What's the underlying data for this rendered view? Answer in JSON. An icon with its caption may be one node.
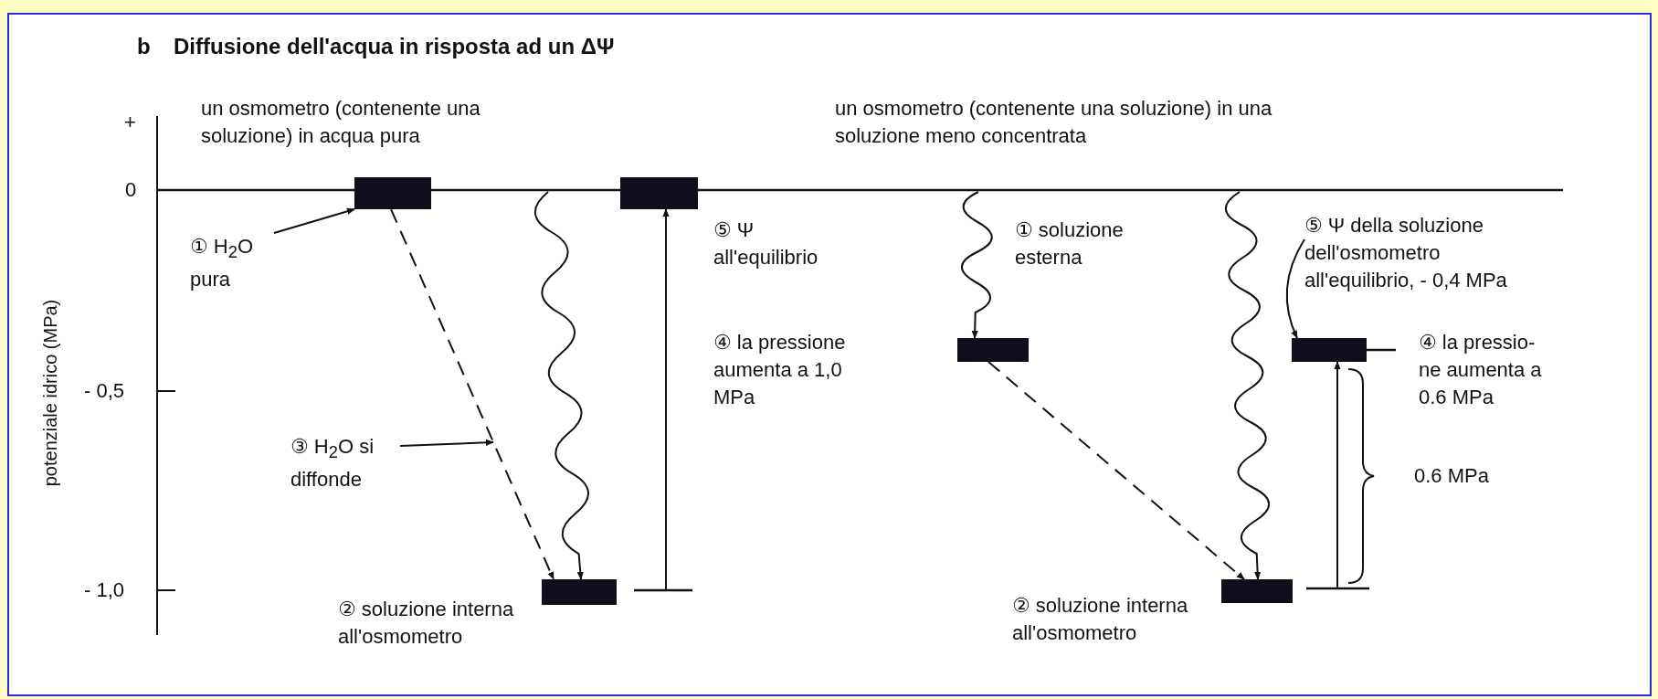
{
  "diagram": {
    "title": "Diffusione dell'acqua in risposta ad un ΔΨ",
    "nodes": [
      {
        "text": [],
        "shape": "bar"
      },
      {
        "text": [
          "① H$_{2}$O pura"
        ]
      },
      {
        "text": [],
        "shape": "bar",
        "beside": [
          "② soluzione interna all'osmometro"
        ]
      },
      {
        "text": [
          "③ H$_{2}$O si diffonde"
        ]
      },
      {
        "text": [],
        "shape": "bar",
        "beside": [
          "⑤ Ψ all'equilibrio"
        ]
      },
      {
        "text": [],
        "shape": "bar",
        "beside": [
          "① soluzione esterna"
        ]
      },
      {
        "text": [],
        "shape": "bar",
        "beside": [
          "② soluzione interna all'osmometro"
        ]
      },
      {
        "text": [
          "⑤ Ψ della soluzione dell'osmometro all'equilibrio, - 0,4 MPa"
        ]
      },
      {
        "text": [],
        "shape": "bar"
      }
    ],
    "edges": [
      {
        "from": 1,
        "to": 0,
        "arrow": "to"
      },
      {
        "from": 0,
        "to": 2,
        "arrow": "to",
        "style": "dashed"
      },
      {
        "from": null,
        "to": 2,
        "arrow": "to"
      },
      {
        "from": 3,
        "to": null,
        "arrow": "to"
      },
      {
        "from": null,
        "to": 4,
        "arrow": "to"
      },
      {
        "from": null,
        "to": 5,
        "arrow": "to"
      },
      {
        "from": 5,
        "to": 6,
        "arrow": "to",
        "style": "dashed"
      },
      {
        "from": null,
        "to": 6,
        "arrow": "to"
      },
      {
        "from": 7,
        "to": 8,
        "arrow": "to"
      },
      {
        "from": null,
        "to": 8,
        "arrow": "to"
      }
    ],
    "labels": [
      "b",
      "un osmometro (contenente una soluzione) in acqua pura",
      "un osmometro (contenente una soluzione) in una soluzione meno concentrata",
      "+",
      "0",
      "potenziale idrico (MPa)",
      "④ la pressione aumenta a 1,0 MPa",
      "④ la pressio- ne aumenta a 0.6 MPa",
      "- 0,5",
      "0.6 MPa",
      "- 1,0"
    ]
  }
}
